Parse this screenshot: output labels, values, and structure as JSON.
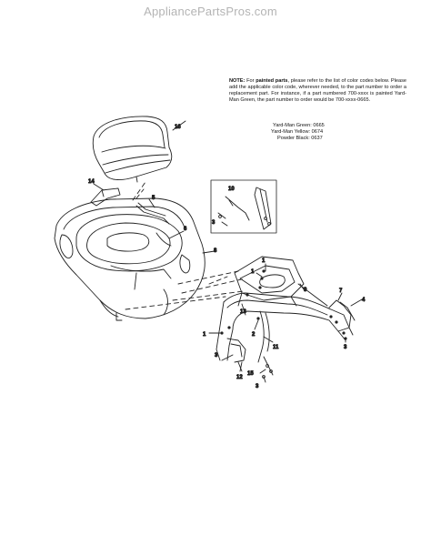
{
  "watermark": "AppliancePartsPros.com",
  "note": {
    "lead": "NOTE:",
    "bold_phrase": "painted parts",
    "text_before": " For ",
    "text_after": ", please refer to the list of color codes below.  Please add the applicable color code, wherever needed, to the part number to order a replacement part.  For instance, if a part numbered 700-xxxx is painted Yard-Man Green, the part number to order would be 700-xxxx-0665.",
    "colors": [
      "Yard-Man Green: 0665",
      "Yard-Man Yellow: 0674",
      "Powder Black: 0637"
    ]
  },
  "callouts": [
    "16",
    "14",
    "5",
    "6",
    "8",
    "10",
    "3",
    "1",
    "1",
    "9",
    "7",
    "4",
    "13",
    "2",
    "1",
    "3",
    "11",
    "3",
    "12",
    "15",
    "3"
  ]
}
